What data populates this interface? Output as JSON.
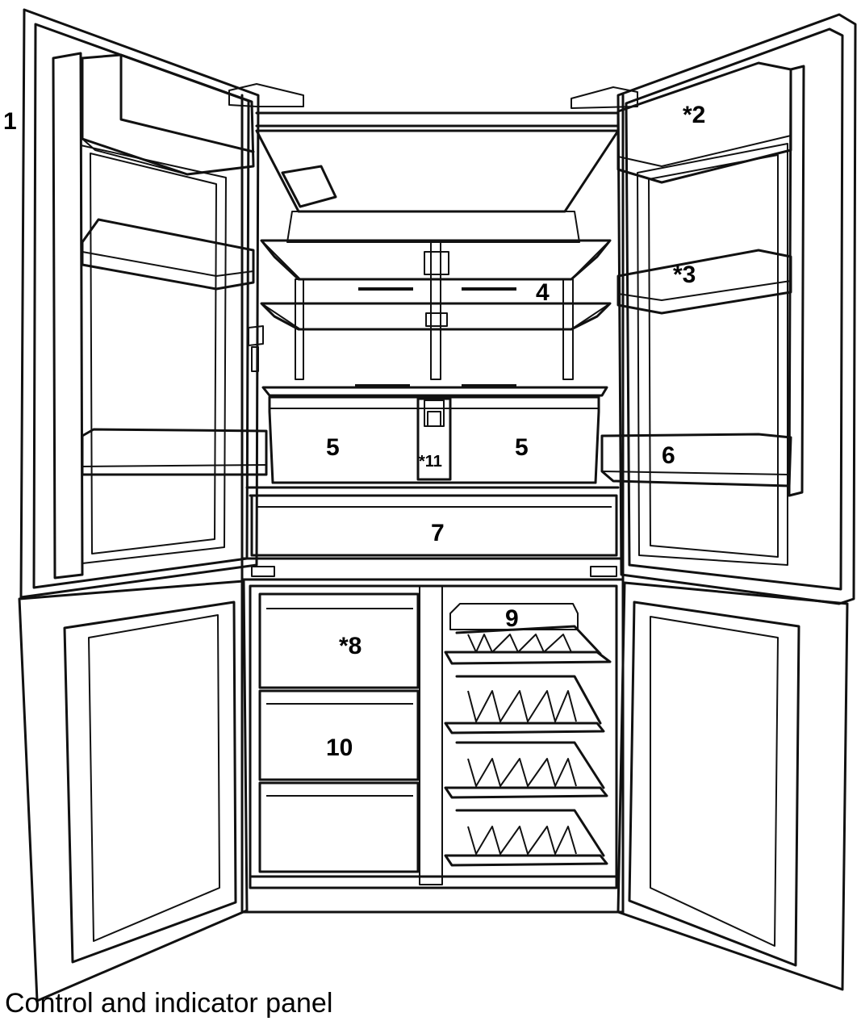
{
  "callouts": {
    "c1": "1",
    "c2": "*2",
    "c3": "*3",
    "c4": "4",
    "c5a": "5",
    "c5b": "5",
    "c6": "6",
    "c7": "7",
    "c8": "*8",
    "c9": "9",
    "c10": "10",
    "c11": "*11"
  },
  "caption": "Control and indicator panel"
}
